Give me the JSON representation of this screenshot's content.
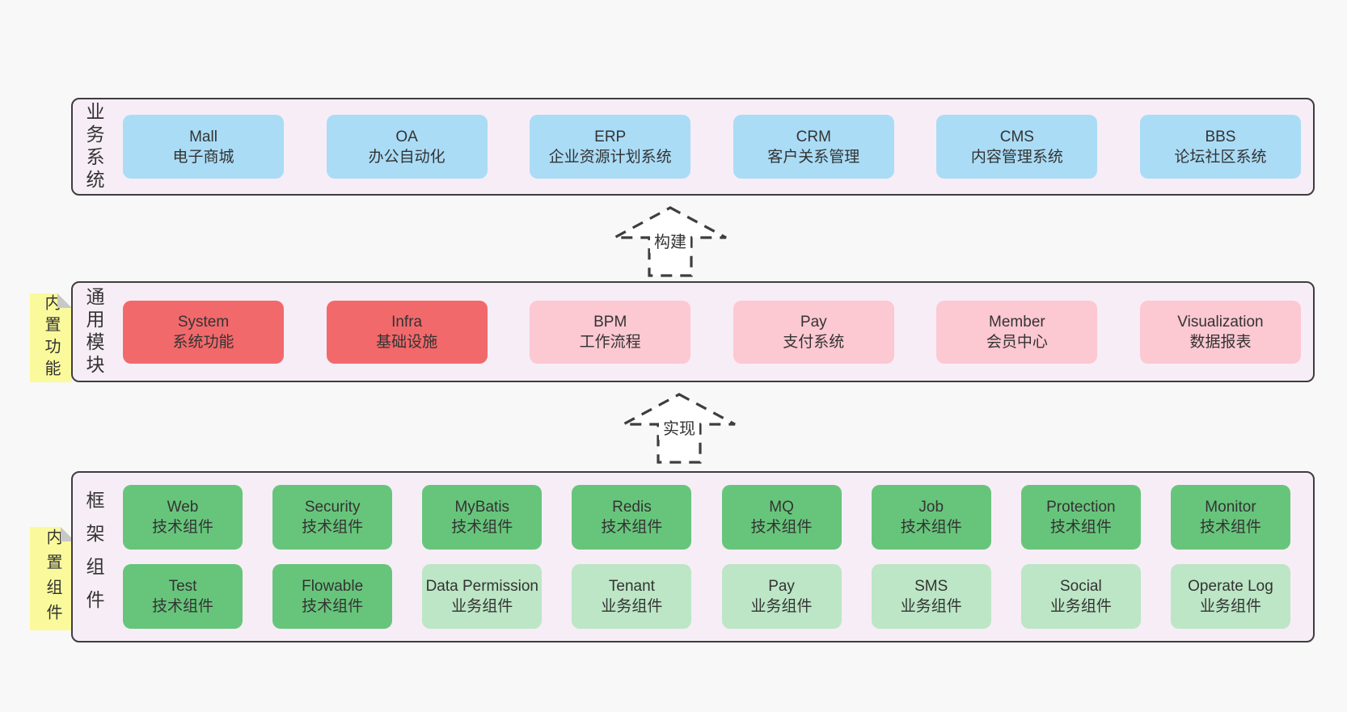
{
  "colors": {
    "page-bg": "#f8f8f8",
    "panel-bg": "#f7edf6",
    "panel-border": "#3e3e3e",
    "box-blue": "#aadcf6",
    "box-red": "#f2696b",
    "box-pink": "#fcc8d2",
    "box-green": "#67c57b",
    "box-green-light": "#bce6c5",
    "tag-yellow": "#fafa9c",
    "tag-fold": "#c8c8c8",
    "text": "#333333"
  },
  "panels": {
    "business": {
      "label": "业务系统",
      "boxes": [
        {
          "name": "Mall",
          "desc": "电子商城"
        },
        {
          "name": "OA",
          "desc": "办公自动化"
        },
        {
          "name": "ERP",
          "desc": "企业资源计划系统"
        },
        {
          "name": "CRM",
          "desc": "客户关系管理"
        },
        {
          "name": "CMS",
          "desc": "内容管理系统"
        },
        {
          "name": "BBS",
          "desc": "论坛社区系统"
        }
      ]
    },
    "modules": {
      "label": "通用模块",
      "tag": "内置功能",
      "boxes": [
        {
          "name": "System",
          "desc": "系统功能"
        },
        {
          "name": "Infra",
          "desc": "基础设施"
        },
        {
          "name": "BPM",
          "desc": "工作流程"
        },
        {
          "name": "Pay",
          "desc": "支付系统"
        },
        {
          "name": "Member",
          "desc": "会员中心"
        },
        {
          "name": "Visualization",
          "desc": "数据报表"
        }
      ]
    },
    "framework": {
      "label": "框架组件",
      "tag": "内置组件",
      "row1": [
        {
          "name": "Web",
          "desc": "技术组件"
        },
        {
          "name": "Security",
          "desc": "技术组件"
        },
        {
          "name": "MyBatis",
          "desc": "技术组件"
        },
        {
          "name": "Redis",
          "desc": "技术组件"
        },
        {
          "name": "MQ",
          "desc": "技术组件"
        },
        {
          "name": "Job",
          "desc": "技术组件"
        },
        {
          "name": "Protection",
          "desc": "技术组件"
        },
        {
          "name": "Monitor",
          "desc": "技术组件"
        }
      ],
      "row2": [
        {
          "name": "Test",
          "desc": "技术组件"
        },
        {
          "name": "Flowable",
          "desc": "技术组件"
        },
        {
          "name": "Data Permission",
          "desc": "业务组件"
        },
        {
          "name": "Tenant",
          "desc": "业务组件"
        },
        {
          "name": "Pay",
          "desc": "业务组件"
        },
        {
          "name": "SMS",
          "desc": "业务组件"
        },
        {
          "name": "Social",
          "desc": "业务组件"
        },
        {
          "name": "Operate Log",
          "desc": "业务组件"
        }
      ]
    }
  },
  "arrows": {
    "build": {
      "label": "构建"
    },
    "implement": {
      "label": "实现"
    }
  }
}
